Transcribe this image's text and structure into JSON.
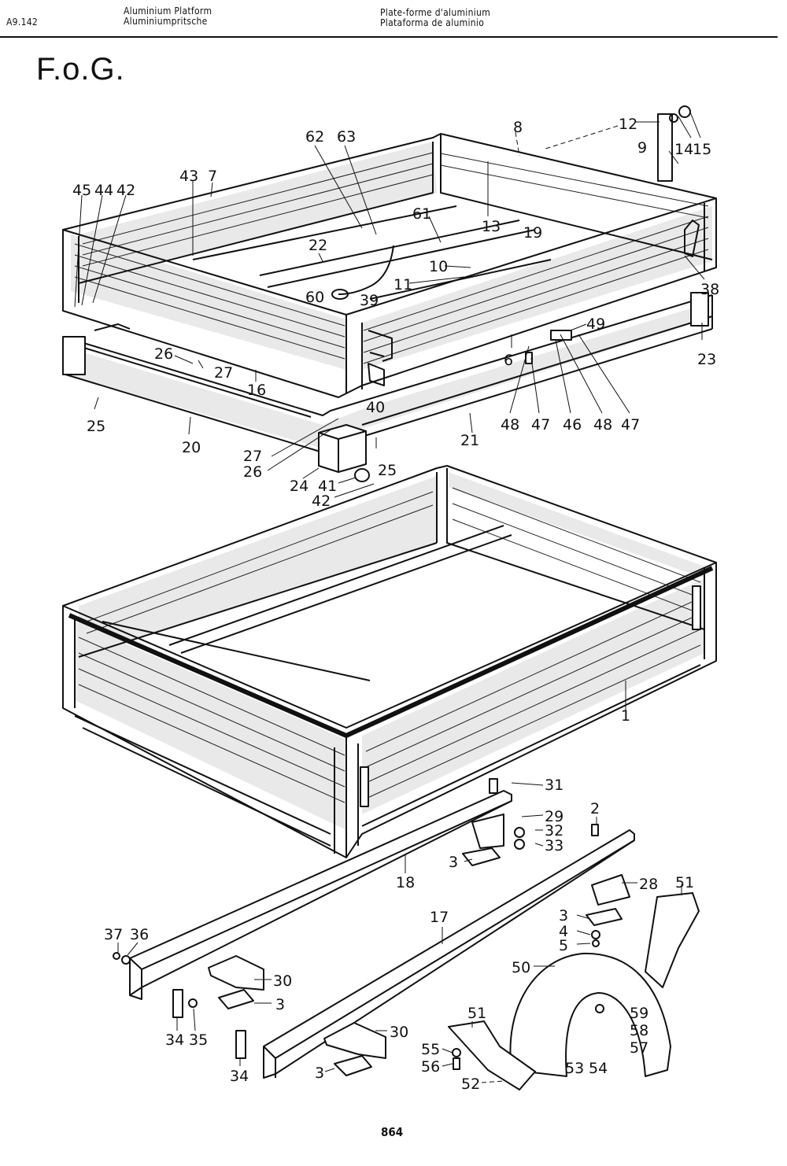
{
  "header": {
    "code": "A9.142",
    "title_left": [
      "Aluminium  Platform",
      "Aluminiumpritsche"
    ],
    "title_right": [
      "Plate-forme d'aluminium",
      "Plataforma  de  aluminio"
    ]
  },
  "brand": "F.o.G.",
  "page_number": "864",
  "part_labels": {
    "p1": "1",
    "p2": "2",
    "p3a": "3",
    "p3b": "3",
    "p3c": "3",
    "p3d": "3",
    "p4": "4",
    "p5": "5",
    "p6": "6",
    "p7": "7",
    "p8": "8",
    "p9": "9",
    "p10": "10",
    "p11": "11",
    "p12": "12",
    "p13": "13",
    "p14": "14",
    "p15": "15",
    "p16": "16",
    "p17": "17",
    "p18": "18",
    "p19": "19",
    "p20": "20",
    "p21": "21",
    "p22": "22",
    "p23": "23",
    "p24": "24",
    "p25a": "25",
    "p25b": "25",
    "p26a": "26",
    "p26b": "26",
    "p27a": "27",
    "p27b": "27",
    "p28": "28",
    "p29": "29",
    "p30a": "30",
    "p30b": "30",
    "p31": "31",
    "p32": "32",
    "p33": "33",
    "p34a": "34",
    "p34b": "34",
    "p35": "35",
    "p36": "36",
    "p37": "37",
    "p38": "38",
    "p39": "39",
    "p40": "40",
    "p41": "41",
    "p42a": "42",
    "p42b": "42",
    "p43": "43",
    "p44": "44",
    "p45": "45",
    "p46": "46",
    "p47a": "47",
    "p47b": "47",
    "p48a": "48",
    "p48b": "48",
    "p49": "49",
    "p50": "50",
    "p51a": "51",
    "p51b": "51",
    "p52": "52",
    "p53": "53",
    "p54": "54",
    "p55": "55",
    "p56": "56",
    "p57": "57",
    "p58": "58",
    "p59": "59",
    "p60": "60",
    "p61": "61",
    "p62": "62",
    "p63": "63"
  }
}
